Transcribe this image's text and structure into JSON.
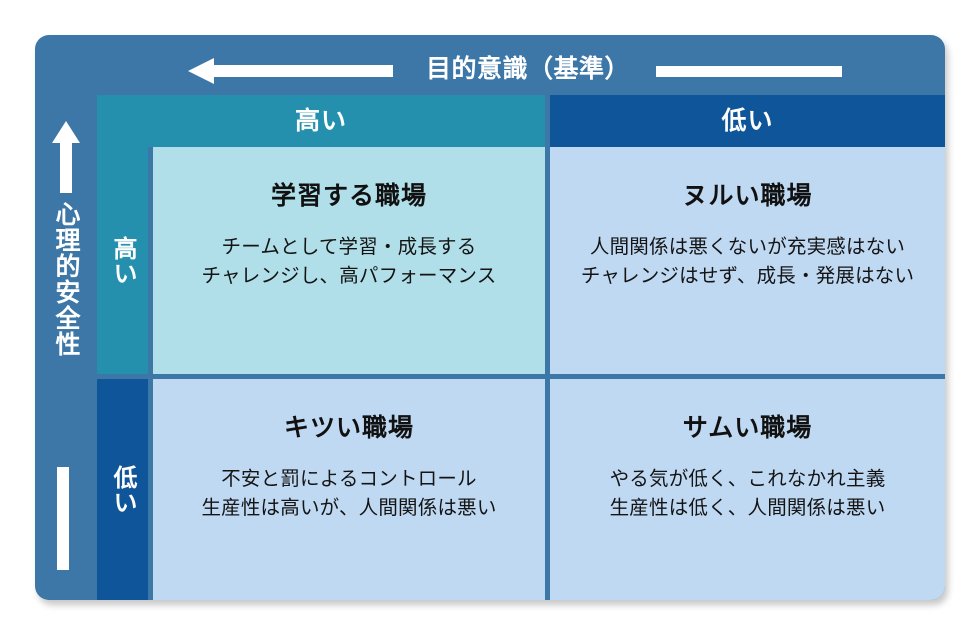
{
  "axes": {
    "horizontal": {
      "label": "目的意識（基準）",
      "arrow_direction": "left"
    },
    "vertical": {
      "label": "心理的安全性",
      "arrow_direction": "up"
    }
  },
  "columns": [
    {
      "label": "高い",
      "color": "#2490ae"
    },
    {
      "label": "低い",
      "color": "#0f5599"
    }
  ],
  "rows": [
    {
      "label": "高い",
      "color": "#2490ae"
    },
    {
      "label": "低い",
      "color": "#0f5599"
    }
  ],
  "quadrants": {
    "top_left": {
      "title": "学習する職場",
      "desc_line1": "チームとして学習・成長する",
      "desc_line2": "チャレンジし、高パフォーマンス",
      "bg": "#b0dfe9"
    },
    "top_right": {
      "title": "ヌルい職場",
      "desc_line1": "人間関係は悪くないが充実感はない",
      "desc_line2": "チャレンジはせず、成長・発展はない",
      "bg": "#c0d9f3"
    },
    "bottom_left": {
      "title": "キツい職場",
      "desc_line1": "不安と罰によるコントロール",
      "desc_line2": "生産性は高いが、人間関係は悪い",
      "bg": "#c0d9f3"
    },
    "bottom_right": {
      "title": "サムい職場",
      "desc_line1": "やる気が低く、これなかれ主義",
      "desc_line2": "生産性は低く、人間関係は悪い",
      "bg": "#c0d9f3"
    }
  },
  "theme": {
    "frame_bg": "#3d77a8",
    "accent_teal": "#2490ae",
    "accent_blue": "#0f5599",
    "cell_teal": "#b0dfe9",
    "cell_blue": "#c0d9f3",
    "on_dark_text": "#ffffff"
  }
}
